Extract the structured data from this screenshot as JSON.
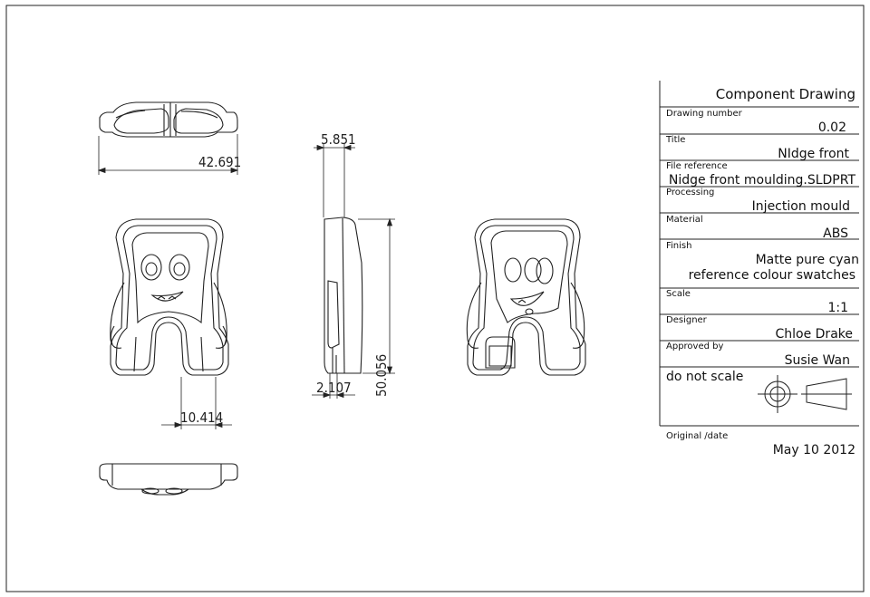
{
  "title_block": {
    "heading": "Component Drawing",
    "drawing_number_label": "Drawing number",
    "drawing_number": "0.02",
    "title_label": "Title",
    "title": "NIdge front",
    "file_reference_label": "File reference",
    "file_reference": "Nidge front moulding.SLDPRT",
    "processing_label": "Processing",
    "processing": "Injection mould",
    "material_label": "Material",
    "material": "ABS",
    "finish_label": "Finish",
    "finish_line1": "Matte pure cyan",
    "finish_line2": "reference colour swatches",
    "scale_label": "Scale",
    "scale": "1:1",
    "designer_label": "Designer",
    "designer": "Chloe Drake",
    "approved_label": "Approved by",
    "approved": "Susie Wan",
    "note": "do not scale",
    "original_label": "Original /date",
    "date": "May 10 2012"
  },
  "dimensions": {
    "top_width": "42.691",
    "side_depth": "5.851",
    "side_height": "50.056",
    "side_base": "2.107",
    "leg_gap": "10.414"
  }
}
